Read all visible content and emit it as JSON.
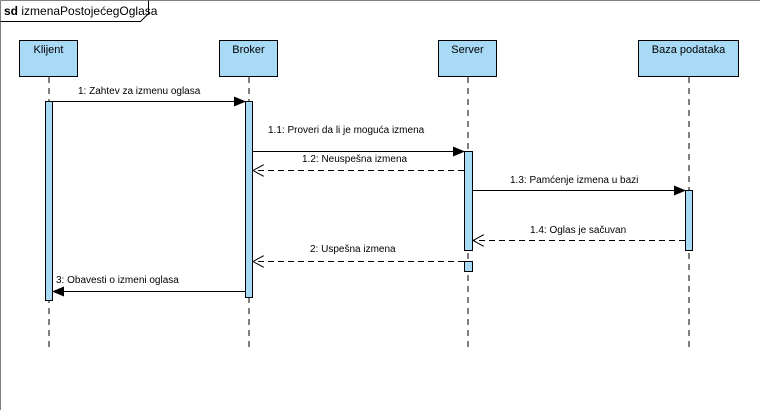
{
  "frame": {
    "keyword": "sd",
    "name": "izmenaPostojećegOglasa"
  },
  "participants": [
    {
      "id": "klijent",
      "label": "Klijent"
    },
    {
      "id": "broker",
      "label": "Broker"
    },
    {
      "id": "server",
      "label": "Server"
    },
    {
      "id": "baza",
      "label": "Baza podataka"
    }
  ],
  "messages": [
    {
      "id": "m1",
      "label": "1: Zahtev za izmenu oglasa",
      "from": "klijent",
      "to": "broker",
      "kind": "sync"
    },
    {
      "id": "m2",
      "label": "1.1: Proveri da li je moguća izmena",
      "from": "broker",
      "to": "server",
      "kind": "sync"
    },
    {
      "id": "m3",
      "label": "1.2: Neuspešna izmena",
      "from": "server",
      "to": "broker",
      "kind": "return"
    },
    {
      "id": "m4",
      "label": "1.3: Pamćenje izmena u bazi",
      "from": "server",
      "to": "baza",
      "kind": "sync"
    },
    {
      "id": "m5",
      "label": "1.4: Oglas je sačuvan",
      "from": "baza",
      "to": "server",
      "kind": "return"
    },
    {
      "id": "m6",
      "label": "2: Uspešna izmena",
      "from": "server",
      "to": "broker",
      "kind": "return"
    },
    {
      "id": "m7",
      "label": "3: Obavesti o izmeni oglasa",
      "from": "broker",
      "to": "klijent",
      "kind": "sync"
    }
  ],
  "colors": {
    "participant_fill": "#a8d9f5",
    "activation_fill": "#a8d9f5",
    "stroke": "#000000",
    "frame_stroke": "#808080"
  }
}
